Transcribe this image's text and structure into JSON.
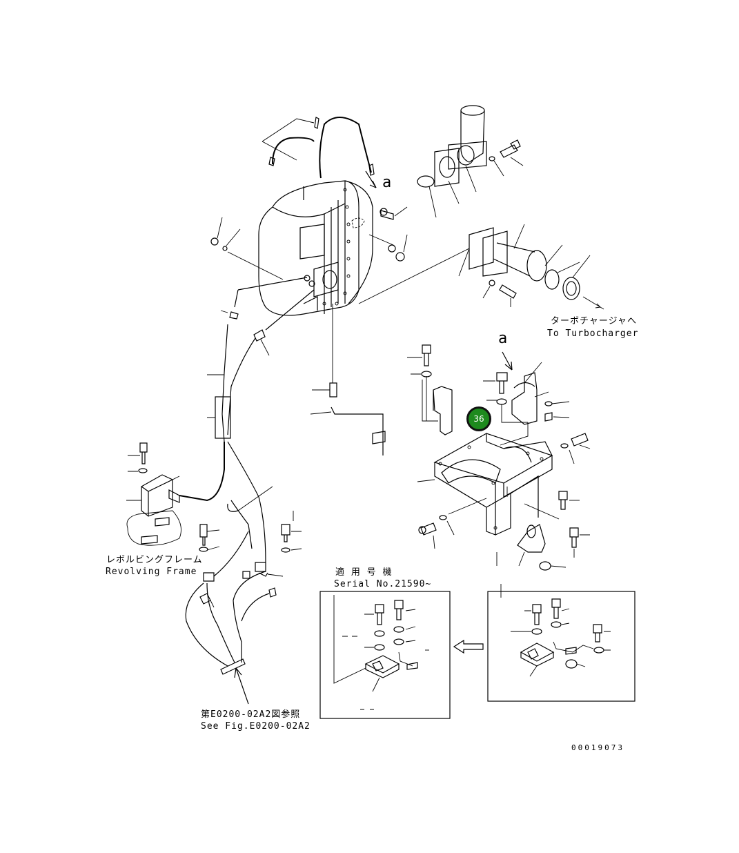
{
  "labels": {
    "view_a_top": "a",
    "view_a_bottom": "a",
    "turbo_jp": "ターボチャージャへ",
    "turbo_en": "To Turbocharger",
    "frame_jp": "レボルビングフレーム",
    "frame_en": "Revolving Frame",
    "serial_jp": "適 用 号 機",
    "serial_en": "Serial No.21590~",
    "see_fig_jp": "第E0200-02A2図参照",
    "see_fig_en": "See Fig.E0200-02A2",
    "drawing_no": "00019073"
  },
  "callout": {
    "number": "36",
    "color": "#1e8a1e"
  }
}
